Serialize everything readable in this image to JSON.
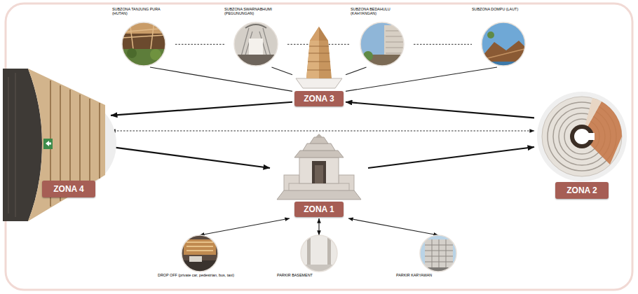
{
  "diagram": {
    "nodes": [
      {
        "text": [
          "SUBZONA TANJUNG PURA (HUTAN)"
        ]
      },
      {
        "text": [
          "SUBZONA SWARNABHUMI (PEGUNUNGAN)"
        ]
      },
      {
        "text": [
          "SUBZONA BEDAHULU (KAHYANGAN)"
        ]
      },
      {
        "text": [
          "SUBZONA DOMPU (LAUT)"
        ]
      },
      {
        "text": [
          "ZONA 3"
        ]
      },
      {
        "text": [
          "ZONA 4"
        ]
      },
      {
        "text": [
          "ZONA 2"
        ]
      },
      {
        "text": [
          "ZONA 1"
        ]
      },
      {
        "text": [
          "DROP OFF (private car, pedestrian, bus, taxi)"
        ]
      },
      {
        "text": [
          "PARKIR BASEMENT"
        ]
      },
      {
        "text": [
          "PARKIR KARYAWAN"
        ]
      }
    ],
    "edges": [
      {
        "from": 0,
        "to": 1,
        "arrow": "none"
      },
      {
        "from": 1,
        "to": 2,
        "arrow": "none"
      },
      {
        "from": 2,
        "to": 3,
        "arrow": "none"
      },
      {
        "from": 0,
        "to": 4,
        "arrow": "none"
      },
      {
        "from": 1,
        "to": 4,
        "arrow": "none"
      },
      {
        "from": 2,
        "to": 4,
        "arrow": "none"
      },
      {
        "from": 3,
        "to": 4,
        "arrow": "none"
      },
      {
        "from": 4,
        "to": 5,
        "arrow": "to"
      },
      {
        "from": 6,
        "to": 4,
        "arrow": "to"
      },
      {
        "from": 5,
        "to": 6,
        "arrow": "both"
      },
      {
        "from": 5,
        "to": 7,
        "arrow": "to"
      },
      {
        "from": 7,
        "to": 6,
        "arrow": "to"
      },
      {
        "from": 7,
        "to": 8,
        "arrow": "both"
      },
      {
        "from": 7,
        "to": 9,
        "arrow": "both"
      },
      {
        "from": 7,
        "to": 10,
        "arrow": "both"
      }
    ]
  }
}
